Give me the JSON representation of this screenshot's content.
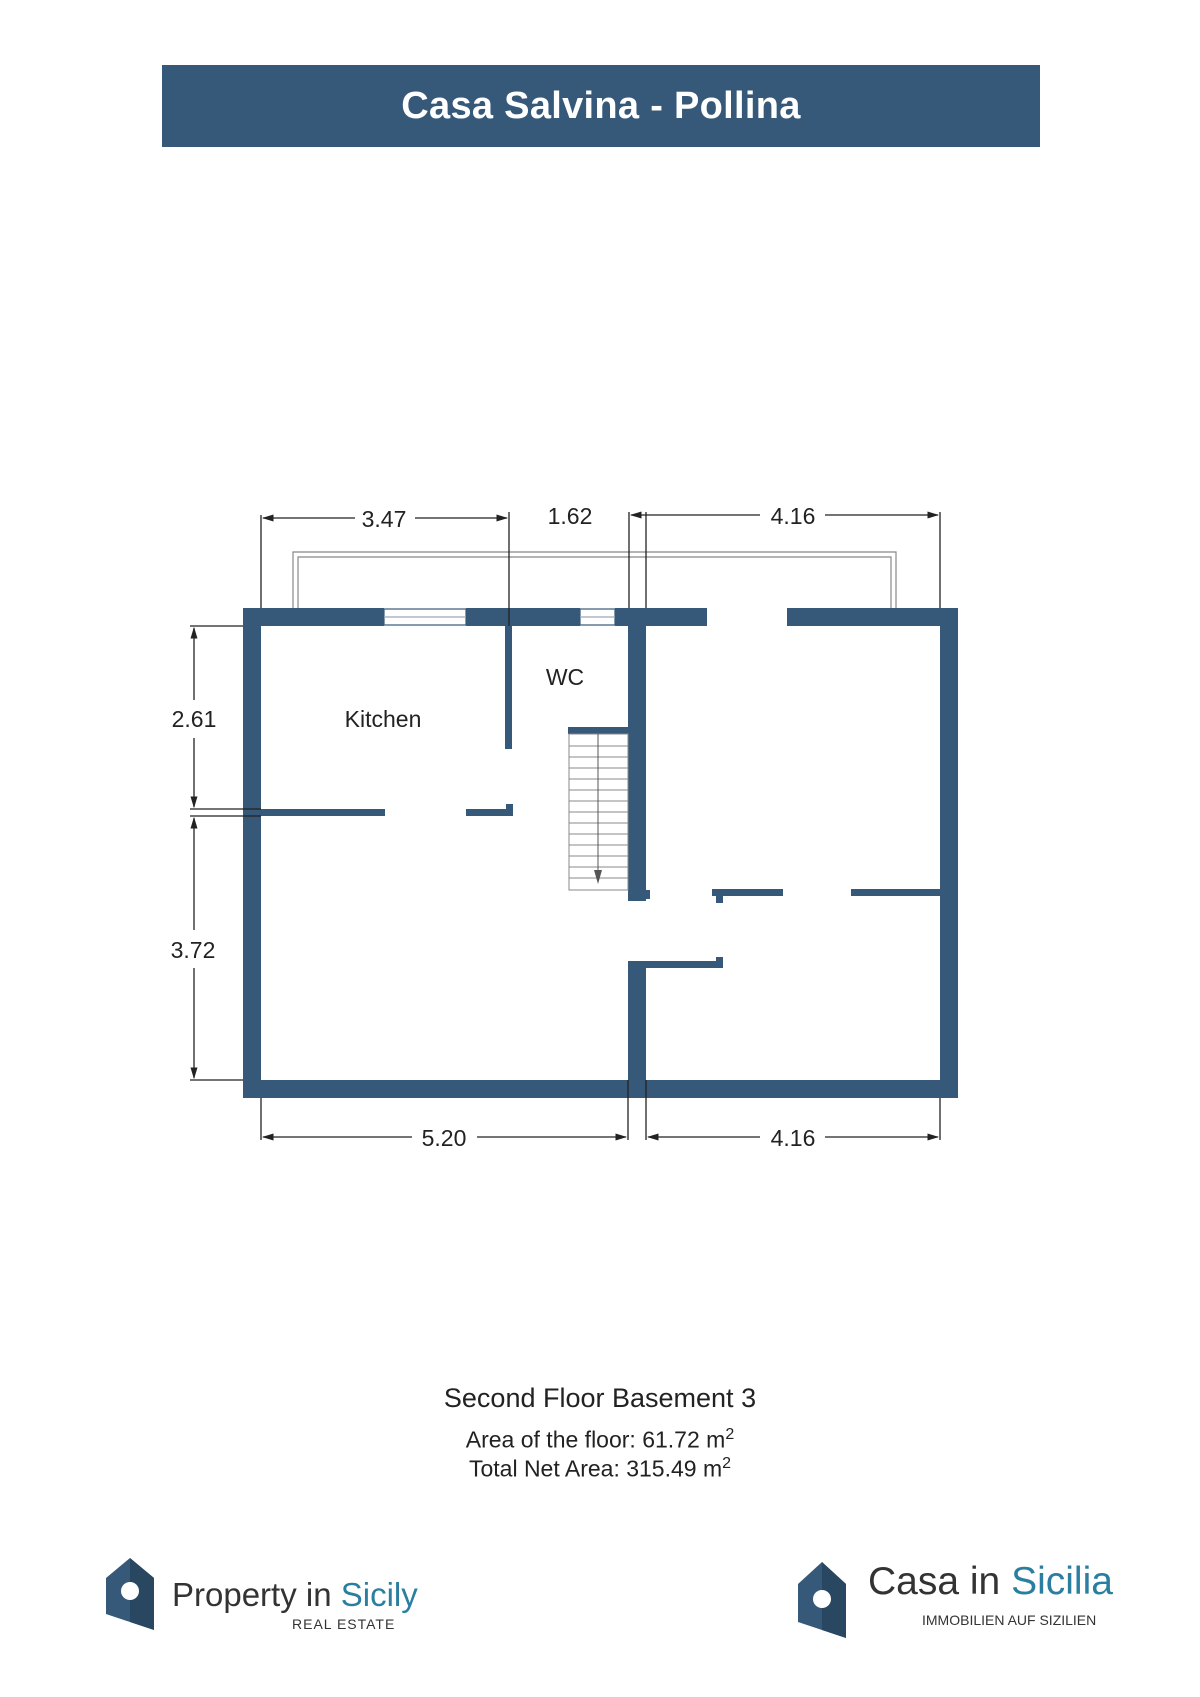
{
  "header": {
    "title": "Casa Salvina - Pollina"
  },
  "colors": {
    "wall": "#365979",
    "banner": "#365979",
    "accent_teal": "#2a7fa1",
    "text": "#222222"
  },
  "plan": {
    "rooms": {
      "kitchen": "Kitchen",
      "wc": "WC"
    },
    "dimensions": {
      "top_left": "3.47",
      "top_middle": "1.62",
      "top_right": "4.16",
      "left_upper": "2.61",
      "left_lower": "3.72",
      "bottom_left": "5.20",
      "bottom_right": "4.16"
    }
  },
  "floor": {
    "name": "Second Floor Basement 3",
    "area_label": "Area of the floor: 61.72 m",
    "total_label": "Total Net Area: 315.49 m",
    "unit_exponent": "2"
  },
  "logos": {
    "left": {
      "name_part1": "Property in ",
      "name_part2": "Sicily",
      "tagline": "REAL ESTATE"
    },
    "right": {
      "name_part1": "Casa in ",
      "name_part2": "Sicilia",
      "tagline": "IMMOBILIEN AUF SIZILIEN"
    }
  }
}
